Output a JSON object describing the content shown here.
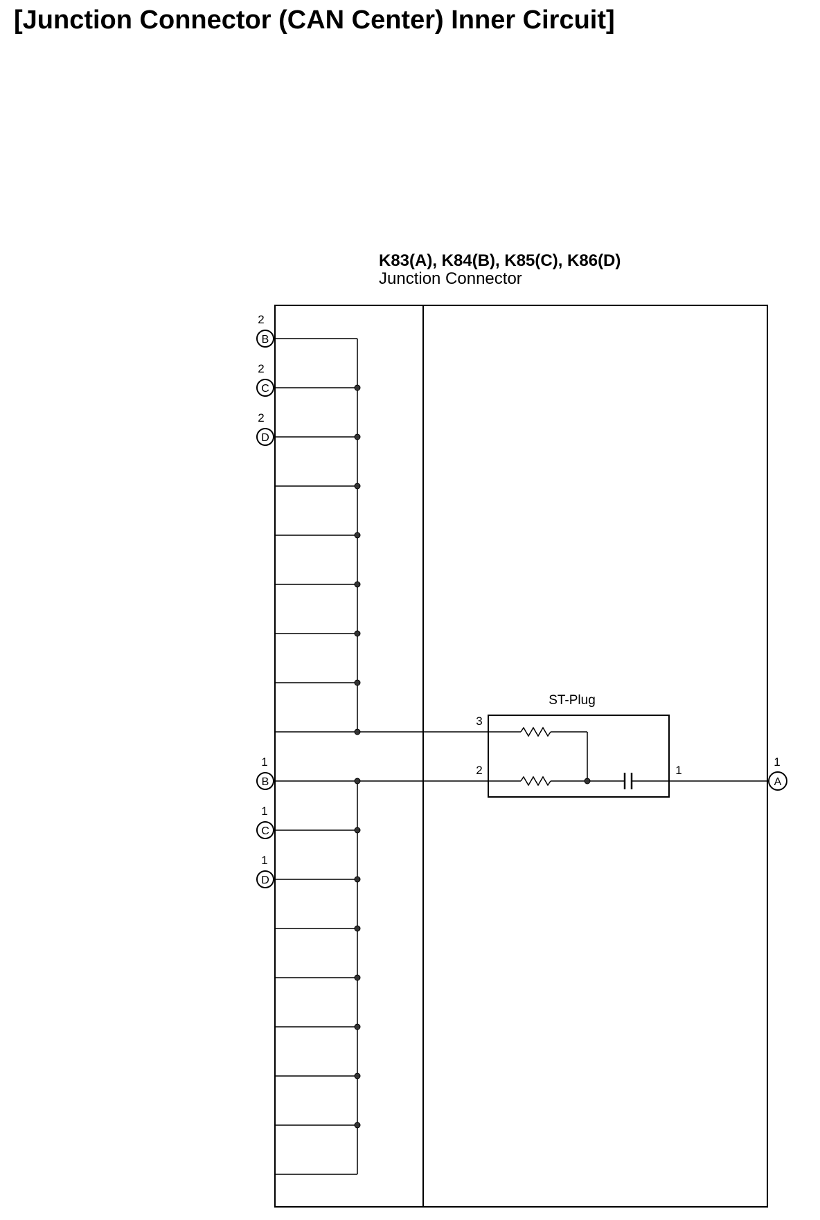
{
  "title": "[Junction Connector (CAN Center) Inner Circuit]",
  "connector": {
    "title": "K83(A), K84(B), K85(C), K86(D)",
    "subtitle": "Junction Connector"
  },
  "st_plug": {
    "label": "ST-Plug",
    "pins": {
      "p3": "3",
      "p2": "2",
      "p1": "1"
    }
  },
  "terminals": {
    "b2": {
      "letter": "B",
      "pin": "2"
    },
    "c2": {
      "letter": "C",
      "pin": "2"
    },
    "d2": {
      "letter": "D",
      "pin": "2"
    },
    "b1": {
      "letter": "B",
      "pin": "1"
    },
    "c1": {
      "letter": "C",
      "pin": "1"
    },
    "d1": {
      "letter": "D",
      "pin": "1"
    },
    "a1": {
      "letter": "A",
      "pin": "1"
    }
  },
  "colors": {
    "line": "#000000",
    "background": "#ffffff"
  }
}
